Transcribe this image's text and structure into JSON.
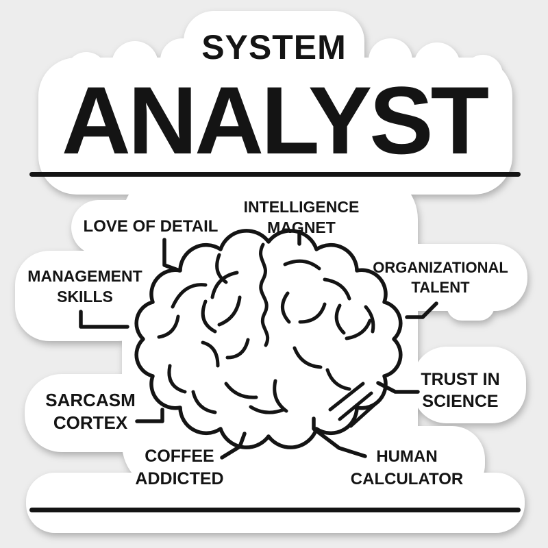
{
  "colors": {
    "background": "#ededed",
    "sticker": "#ffffff",
    "ink": "#141414"
  },
  "header": {
    "subtitle": "SYSTEM",
    "title": "ANALYST"
  },
  "illustration": {
    "icon": "brain-line-art"
  },
  "labels": {
    "intelligence_magnet": {
      "line1": "INTELLIGENCE",
      "line2": "MAGNET"
    },
    "love_of_detail": {
      "line1": "LOVE OF DETAIL"
    },
    "management_skills": {
      "line1": "MANAGEMENT",
      "line2": "SKILLS"
    },
    "organizational_talent": {
      "line1": "ORGANIZATIONAL",
      "line2": "TALENT"
    },
    "sarcasm_cortex": {
      "line1": "SARCASM",
      "line2": "CORTEX"
    },
    "trust_in_science": {
      "line1": "TRUST IN",
      "line2": "SCIENCE"
    },
    "coffee_addicted": {
      "line1": "COFFEE",
      "line2": "ADDICTED"
    },
    "human_calculator": {
      "line1": "HUMAN",
      "line2": "CALCULATOR"
    }
  }
}
